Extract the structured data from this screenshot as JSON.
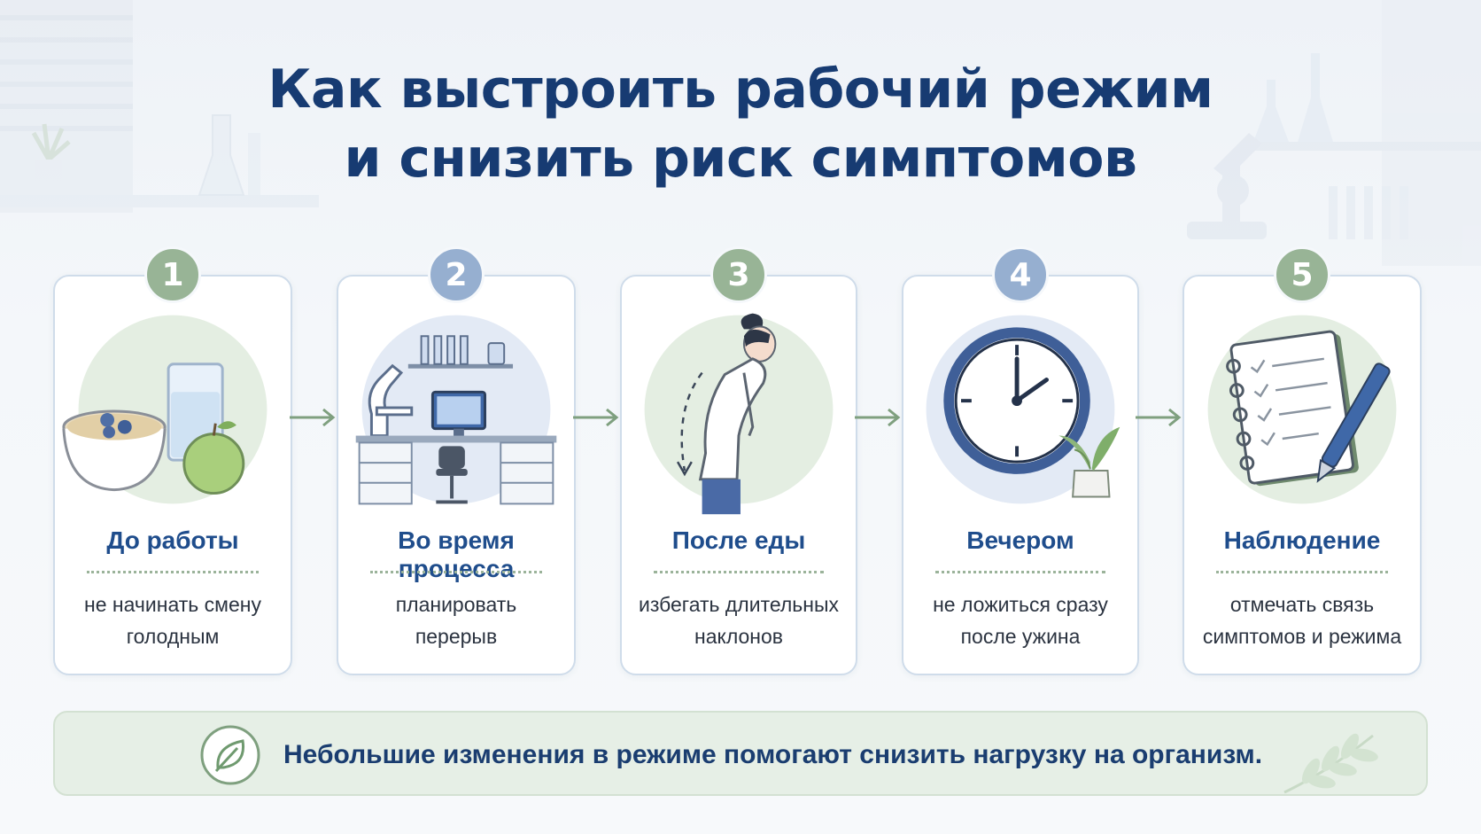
{
  "title": {
    "line1": "Как выстроить рабочий режим",
    "line2": "и снизить риск симптомов"
  },
  "steps": [
    {
      "number": "1",
      "title": "До работы",
      "text1": "не начинать смену",
      "text2": "голодным",
      "icon": "breakfast-icon"
    },
    {
      "number": "2",
      "title": "Во время процесса",
      "text1": "планировать",
      "text2": "перерыв",
      "icon": "lab-workspace-icon"
    },
    {
      "number": "3",
      "title": "После еды",
      "text1": "избегать длительных",
      "text2": "наклонов",
      "icon": "bending-person-icon"
    },
    {
      "number": "4",
      "title": "Вечером",
      "text1": "не ложиться сразу",
      "text2": "после ужина",
      "icon": "clock-icon"
    },
    {
      "number": "5",
      "title": "Наблюдение",
      "text1": "отмечать связь",
      "text2": "симптомов и режима",
      "icon": "notebook-icon"
    }
  ],
  "banner": {
    "text": "Небольшие изменения в режиме помогают снизить нагрузку на организм.",
    "icon": "leaf-icon"
  },
  "colors": {
    "title": "#173b72",
    "card_title": "#1f4d8c",
    "badge_green": "#98b496",
    "badge_blue": "#96afd0",
    "arrow": "#7fa07f",
    "banner_bg": "#e6efe6"
  }
}
